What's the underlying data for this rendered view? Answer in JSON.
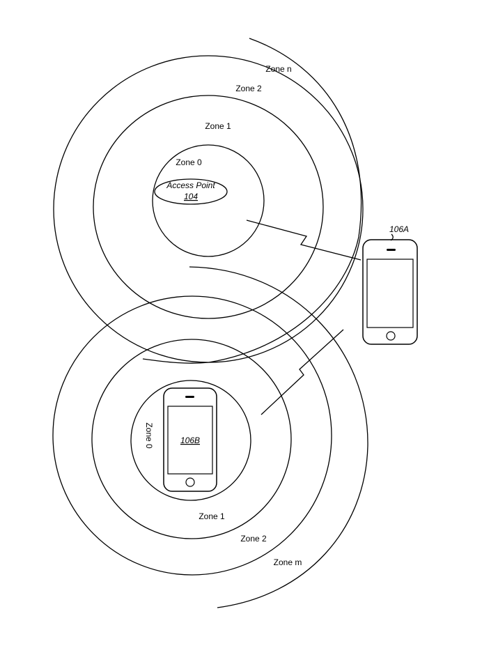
{
  "access_point": {
    "top_zones": {
      "zone_0": "Zone 0",
      "zone_1": "Zone 1",
      "zone_2": "Zone 2",
      "zone_n": "Zone n"
    },
    "name": "Access Point",
    "ref": "104"
  },
  "device_a": {
    "ref": "106A"
  },
  "device_b": {
    "ref": "106B",
    "zones": {
      "zone_0": "Zone 0",
      "zone_1": "Zone 1",
      "zone_2": "Zone 2",
      "zone_m": "Zone m"
    }
  }
}
